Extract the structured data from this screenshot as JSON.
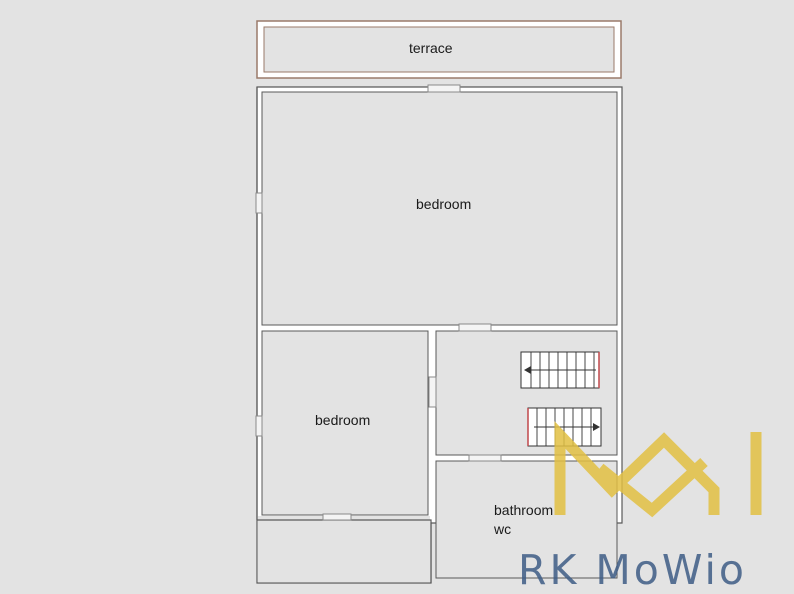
{
  "rooms": {
    "terrace": "terrace",
    "bedroom_large": "bedroom",
    "bedroom_small": "bedroom",
    "bathroom_line1": "bathroom",
    "bathroom_line2": "wc"
  },
  "watermark": {
    "text": "RK MoWio",
    "logo_icon": "mw-monogram-logo",
    "logo_color": "#e2c043",
    "text_color": "#3e5c86"
  },
  "colors": {
    "background": "#e3e3e3",
    "wall": "#ffffff",
    "wall_line": "#5a5a5a",
    "terrace_line": "#9a7a6a",
    "stair_red": "#c0474a"
  }
}
